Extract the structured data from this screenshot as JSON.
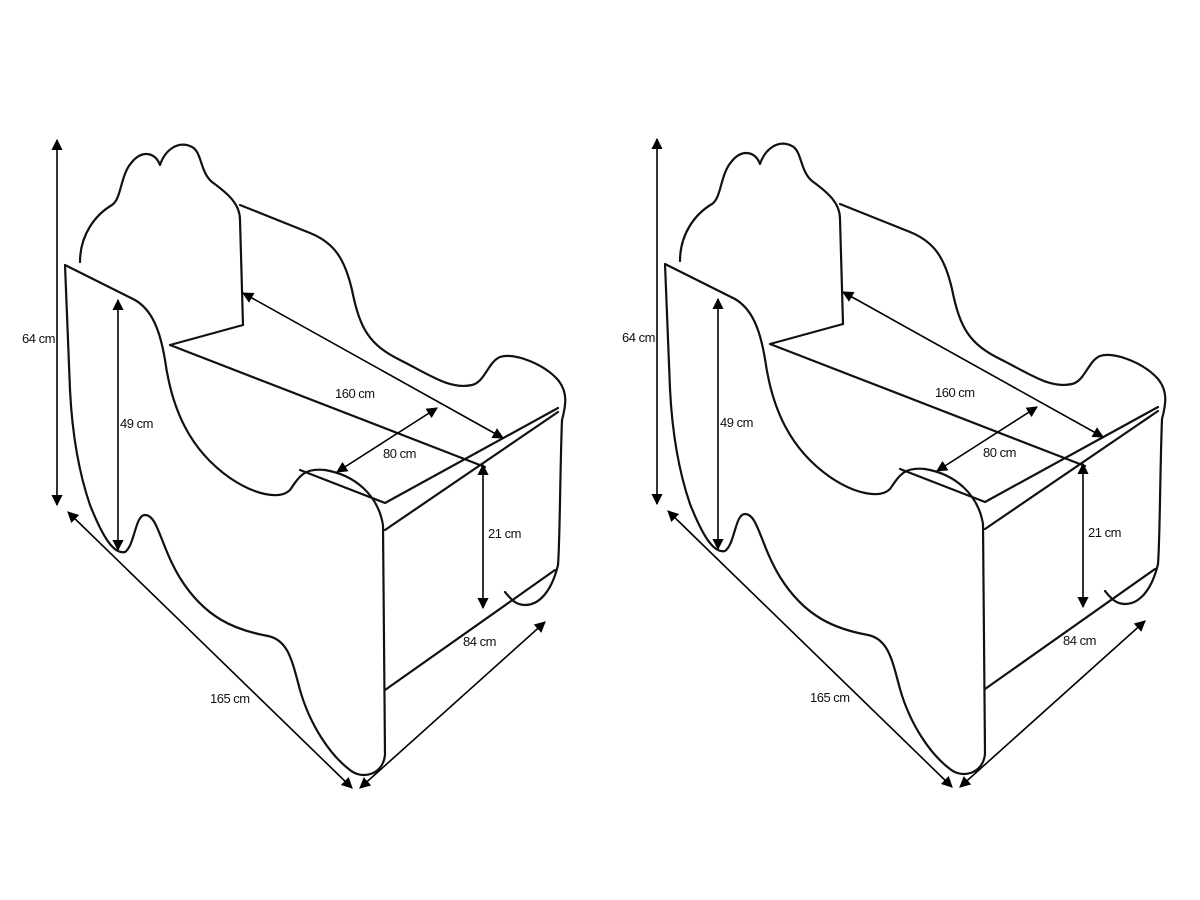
{
  "figures": [
    {
      "name": "bed-view-left",
      "dimensions": {
        "total_height": "64 cm",
        "panel_height": "49 cm",
        "mattress_length": "160 cm",
        "mattress_width": "80 cm",
        "side_height": "21 cm",
        "total_width": "84 cm",
        "total_length": "165 cm"
      }
    },
    {
      "name": "bed-view-right",
      "dimensions": {
        "total_height": "64 cm",
        "panel_height": "49 cm",
        "mattress_length": "160 cm",
        "mattress_width": "80 cm",
        "side_height": "21 cm",
        "total_width": "84 cm",
        "total_length": "165 cm"
      }
    }
  ],
  "colors": {
    "line": "#111111",
    "background": "#ffffff"
  }
}
